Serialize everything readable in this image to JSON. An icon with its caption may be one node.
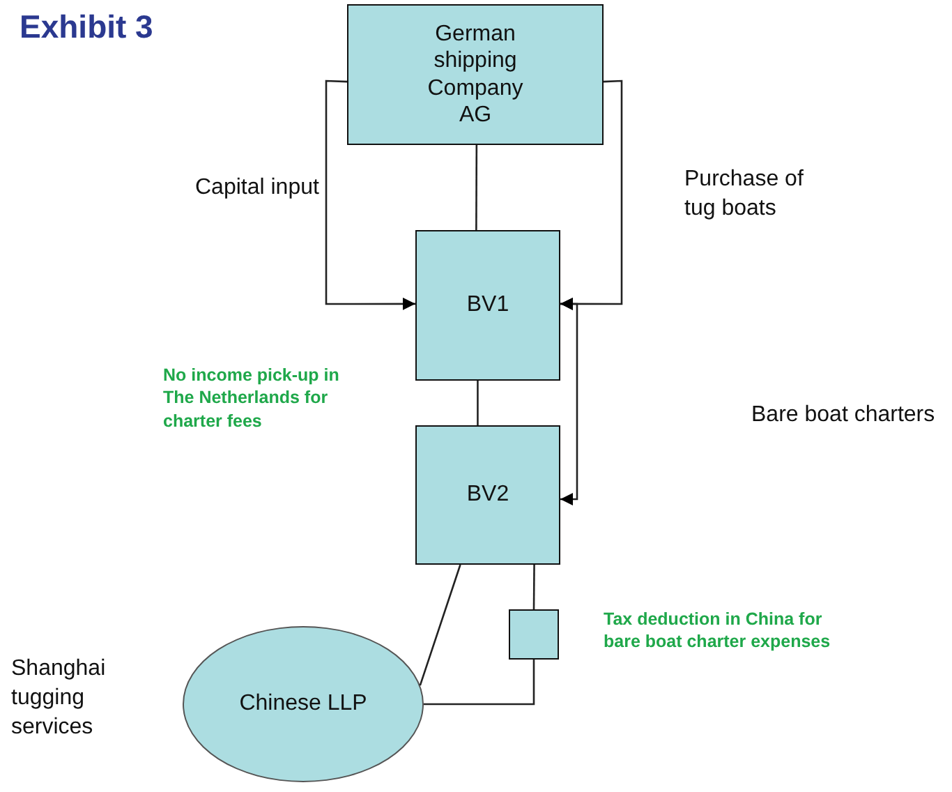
{
  "diagram": {
    "title": "Exhibit 3",
    "nodes": [
      {
        "text": [
          "German shipping Company AG"
        ]
      },
      {
        "text": [
          "BV1"
        ]
      },
      {
        "text": [
          "BV2"
        ]
      },
      {
        "text": [],
        "shape": "box",
        "beside": [
          "Tax deduction in China for bare boat charter expenses"
        ]
      },
      {
        "text": [
          "Chinese LLP"
        ],
        "beside": [
          "Shanghai tugging services"
        ]
      }
    ],
    "edges": [
      {
        "from": 0,
        "to": 1,
        "arrow": "to",
        "label": "Capital input"
      },
      {
        "from": 0,
        "to": 1,
        "arrow": "to",
        "label": "Purchase of tug boats"
      },
      {
        "from": 0,
        "to": 1,
        "arrow": "none"
      },
      {
        "from": 1,
        "to": 2,
        "arrow": "none"
      },
      {
        "from": 1,
        "to": 2,
        "arrow": "both"
      },
      {
        "from": 2,
        "to": 4,
        "arrow": "none"
      },
      {
        "from": 2,
        "to": 3,
        "arrow": "none"
      },
      {
        "from": 3,
        "to": 4,
        "arrow": "none"
      }
    ],
    "labels": [
      "No income pick-up in The Netherlands for charter fees",
      "Bare boat charters"
    ]
  }
}
